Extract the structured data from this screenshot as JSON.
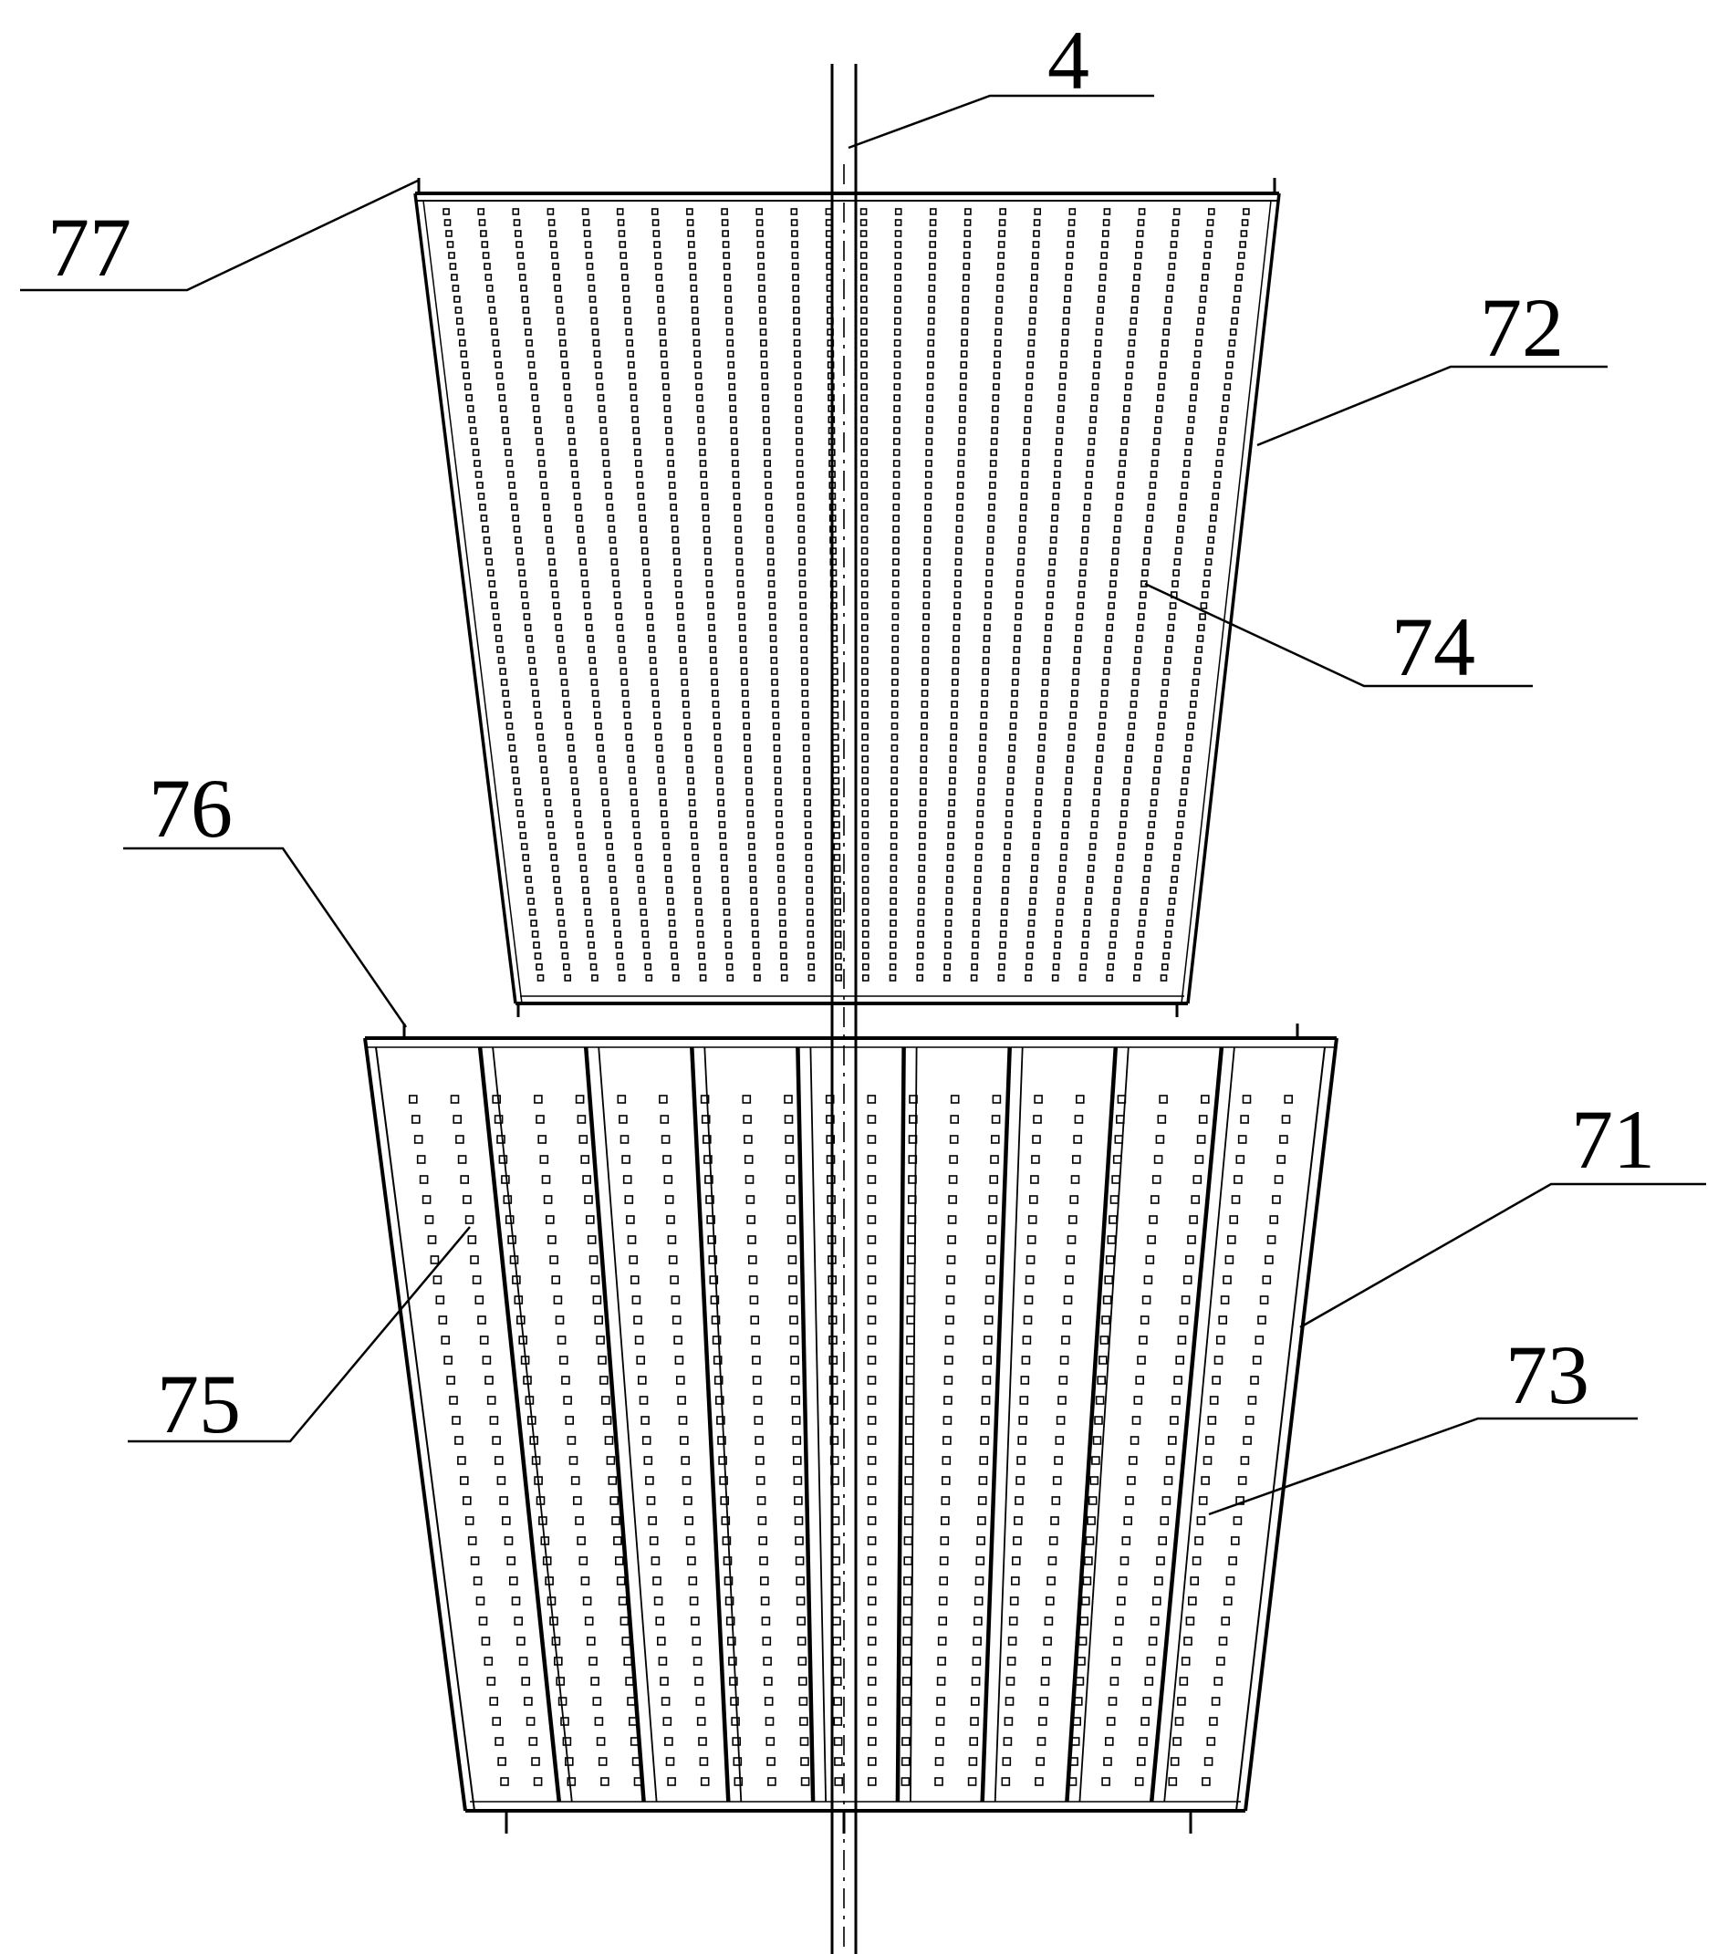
{
  "diagram": {
    "labels": {
      "shaft": "4",
      "top_rim": "77",
      "upper_basket": "72",
      "upper_holes": "74",
      "lower_rim": "76",
      "lower_basket": "71",
      "lower_ribs": "75",
      "lower_holes": "73"
    },
    "colors": {
      "ink": "#000000",
      "paper": "#ffffff"
    }
  }
}
